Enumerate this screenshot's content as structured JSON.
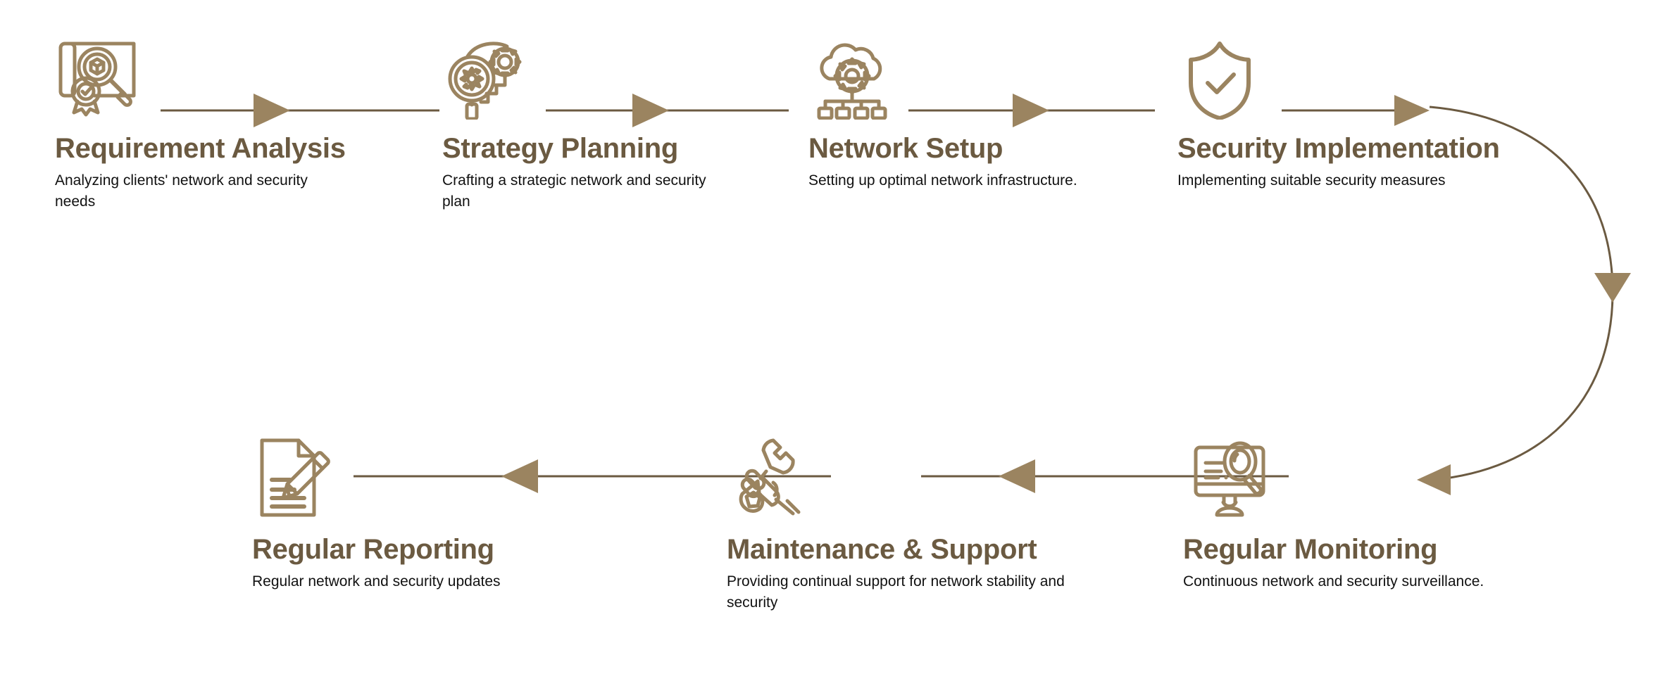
{
  "diagram": {
    "title_color": "#6b5a41",
    "icon_color": "#9b8460",
    "connector_color": "#6b5a41",
    "background": "#ffffff",
    "flow_direction": "left-to-right then wrap right-to-left"
  },
  "steps": [
    {
      "index": 1,
      "icon": "blueprint-magnifier-badge-icon",
      "title": "Requirement Analysis",
      "description": "Analyzing clients' network and security needs"
    },
    {
      "index": 2,
      "icon": "magnifier-gears-strategy-icon",
      "title": "Strategy Planning",
      "description": "Crafting a strategic network and security plan"
    },
    {
      "index": 3,
      "icon": "cloud-gear-network-icon",
      "title": "Network Setup",
      "description": "Setting up optimal network infrastructure."
    },
    {
      "index": 4,
      "icon": "shield-check-icon",
      "title": "Security Implementation",
      "description": "Implementing suitable security measures"
    },
    {
      "index": 5,
      "icon": "monitor-magnifier-icon",
      "title": "Regular Monitoring",
      "description": "Continuous network and security surveillance."
    },
    {
      "index": 6,
      "icon": "wrench-hand-icon",
      "title": "Maintenance & Support",
      "description": "Providing continual support for network stability and security"
    },
    {
      "index": 7,
      "icon": "document-pencil-icon",
      "title": "Regular Reporting",
      "description": "Regular network and security updates"
    }
  ],
  "connectors": [
    {
      "name": "arrow-step1-to-step2",
      "type": "straight",
      "direction": "right"
    },
    {
      "name": "arrow-step2-to-step3",
      "type": "straight",
      "direction": "right"
    },
    {
      "name": "arrow-step3-to-step4",
      "type": "straight",
      "direction": "right"
    },
    {
      "name": "arrow-step4-to-step5",
      "type": "curved-wrap",
      "direction": "right-down-left"
    },
    {
      "name": "arrow-step5-to-step6",
      "type": "straight",
      "direction": "left"
    },
    {
      "name": "arrow-step6-to-step7",
      "type": "straight",
      "direction": "left"
    }
  ]
}
